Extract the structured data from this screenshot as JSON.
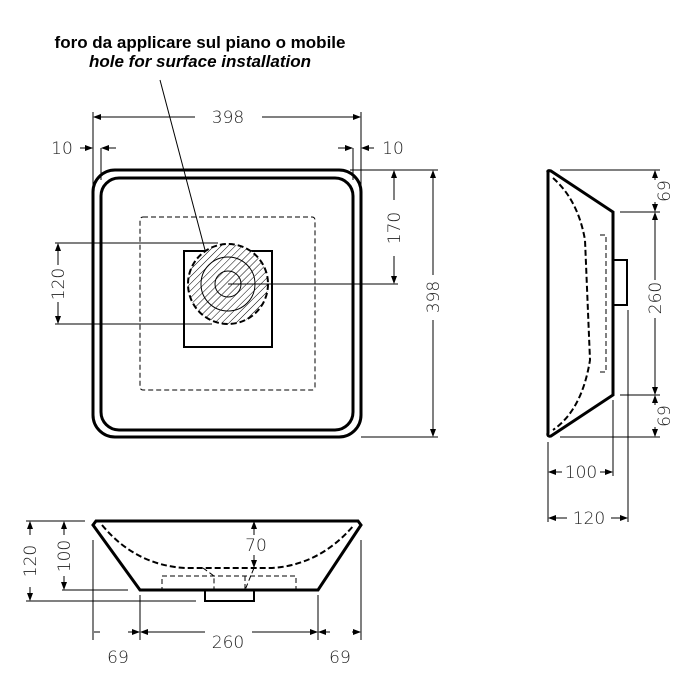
{
  "title": {
    "line1": "foro da applicare sul piano o mobile",
    "line2": "hole for surface installation"
  },
  "top_view": {
    "width": "398",
    "height": "398",
    "rim_left": "10",
    "rim_right": "10",
    "hole_offset": "170",
    "hole_diameter": "120"
  },
  "front_view": {
    "total_height": "120",
    "bowl_height": "100",
    "depth": "70",
    "base_width": "260",
    "left_overhang": "69",
    "right_overhang": "69"
  },
  "side_view": {
    "top_overhang": "69",
    "base_width": "260",
    "bottom_overhang": "69",
    "bowl_height": "100",
    "total_height": "120"
  }
}
